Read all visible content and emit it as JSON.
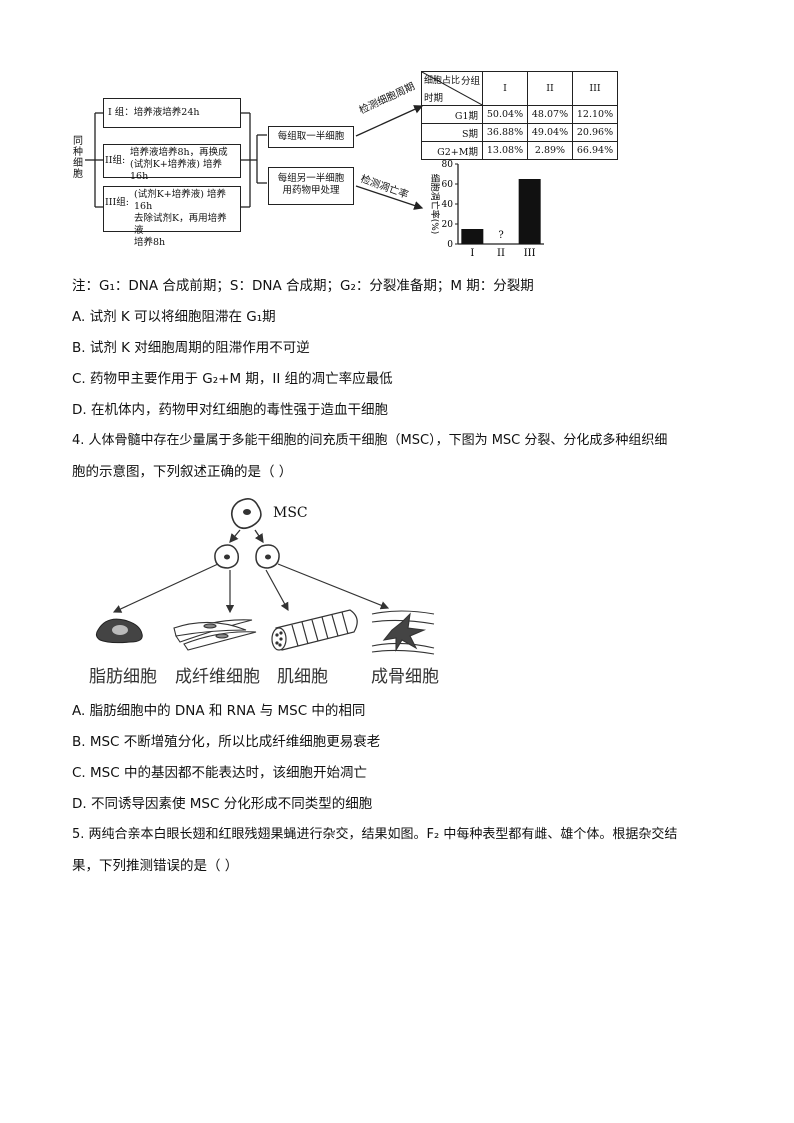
{
  "diagram": {
    "vertical_label": "同种细胞",
    "groups": [
      {
        "line1": "I 组：培养液培养24h"
      },
      {
        "line1": "培养液培养8h，再换成",
        "prefix": "II组:",
        "line2": "(试剂K+培养液) 培养16h"
      },
      {
        "prefix": "III组:",
        "line1": "(试剂K+培养液) 培养16h",
        "line2": "去除试剂K，再用培养液",
        "line3": "培养8h"
      }
    ],
    "half1": "每组取一半细胞",
    "half2_l1": "每组另一半细胞",
    "half2_l2": "用药物甲处理",
    "arrow1": "检测细胞周期",
    "arrow2": "检测凋亡率",
    "table": {
      "corner_top": "分组",
      "corner_mid": "细胞占比",
      "corner_bottom": "时期",
      "headers": [
        "I",
        "II",
        "III"
      ],
      "rows": [
        {
          "label": "G1期",
          "values": [
            "50.04%",
            "48.07%",
            "12.10%"
          ]
        },
        {
          "label": "S期",
          "values": [
            "36.88%",
            "49.04%",
            "20.96%"
          ]
        },
        {
          "label": "G2+M期",
          "values": [
            "13.08%",
            "2.89%",
            "66.94%"
          ]
        }
      ]
    }
  },
  "chart_data": {
    "type": "bar",
    "categories": [
      "I",
      "II",
      "III"
    ],
    "values": [
      15,
      null,
      65
    ],
    "unknown_marker": "?",
    "ylabel": "细胞凋亡率(%)",
    "ylim": [
      0,
      80
    ],
    "yticks": [
      "0",
      "20",
      "40",
      "60",
      "80"
    ]
  },
  "text": {
    "note": "注：G₁：DNA 合成前期；S：DNA 合成期；G₂：分裂准备期；M 期：分裂期",
    "q3a": "A.  试剂 K 可以将细胞阻滞在 G₁期",
    "q3b": "B.  试剂 K 对细胞周期的阻滞作用不可逆",
    "q3c": "C.  药物甲主要作用于 G₂+M 期，II 组的凋亡率应最低",
    "q3d": "D.  在机体内，药物甲对红细胞的毒性强于造血干细胞",
    "q4_l1": "4.  人体骨髓中存在少量属于多能干细胞的间充质干细胞（MSC），下图为 MSC 分裂、分化成多种组织细",
    "q4_l2": "胞的示意图，下列叙述正确的是（      ）",
    "q4a": "A.  脂肪细胞中的 DNA 和 RNA 与 MSC 中的相同",
    "q4b": "B. MSC 不断增殖分化，所以比成纤维细胞更易衰老",
    "q4c": "C. MSC 中的基因都不能表达时，该细胞开始凋亡",
    "q4d": "D.  不同诱导因素使 MSC 分化形成不同类型的细胞",
    "q5_l1": "5.  两纯合亲本白眼长翅和红眼残翅果蝇进行杂交，结果如图。F₂ 中每种表型都有雌、雄个体。根据杂交结",
    "q5_l2": "果，下列推测错误的是（      ）"
  },
  "msc": {
    "label": "MSC",
    "cells": [
      "脂肪细胞",
      "成纤维细胞",
      "肌细胞",
      "成骨细胞"
    ]
  }
}
